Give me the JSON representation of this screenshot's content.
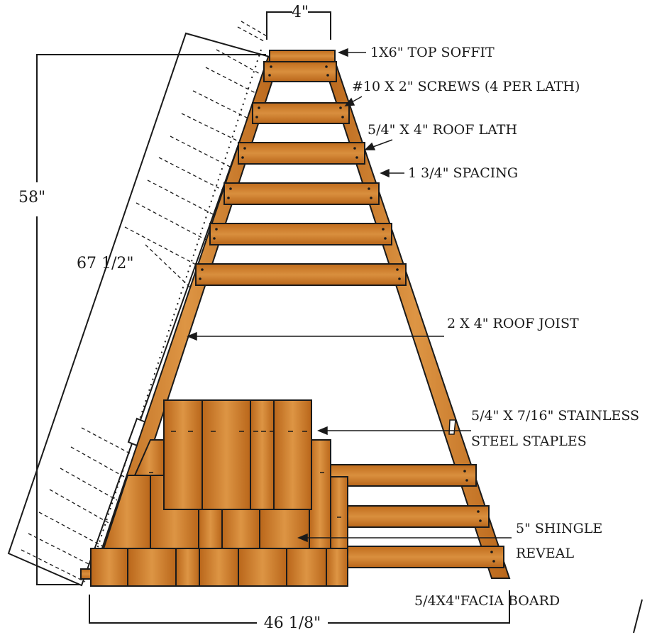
{
  "colors": {
    "wood": "#c8741f",
    "wood_light": "#de9a48",
    "outline": "#1a1a1a",
    "background": "#ffffff"
  },
  "dimensions": {
    "top_width": "4\"",
    "height": "58\"",
    "slope_length": "67 1/2\"",
    "base_width": "46 1/8\""
  },
  "labels": {
    "top_soffit": "1X6\" TOP SOFFIT",
    "screws": "#10 X 2\" SCREWS (4 PER LATH)",
    "roof_lath": "5/4\" X 4\" ROOF LATH",
    "spacing": "1 3/4\" SPACING",
    "roof_joist": "2 X 4\" ROOF JOIST",
    "staples_line1": "5/4\" X 7/16\" STAINLESS",
    "staples_line2": "STEEL STAPLES",
    "reveal_line1": "5\" SHINGLE",
    "reveal_line2": "REVEAL",
    "facia_board": "5/4X4\"FACIA BOARD"
  }
}
